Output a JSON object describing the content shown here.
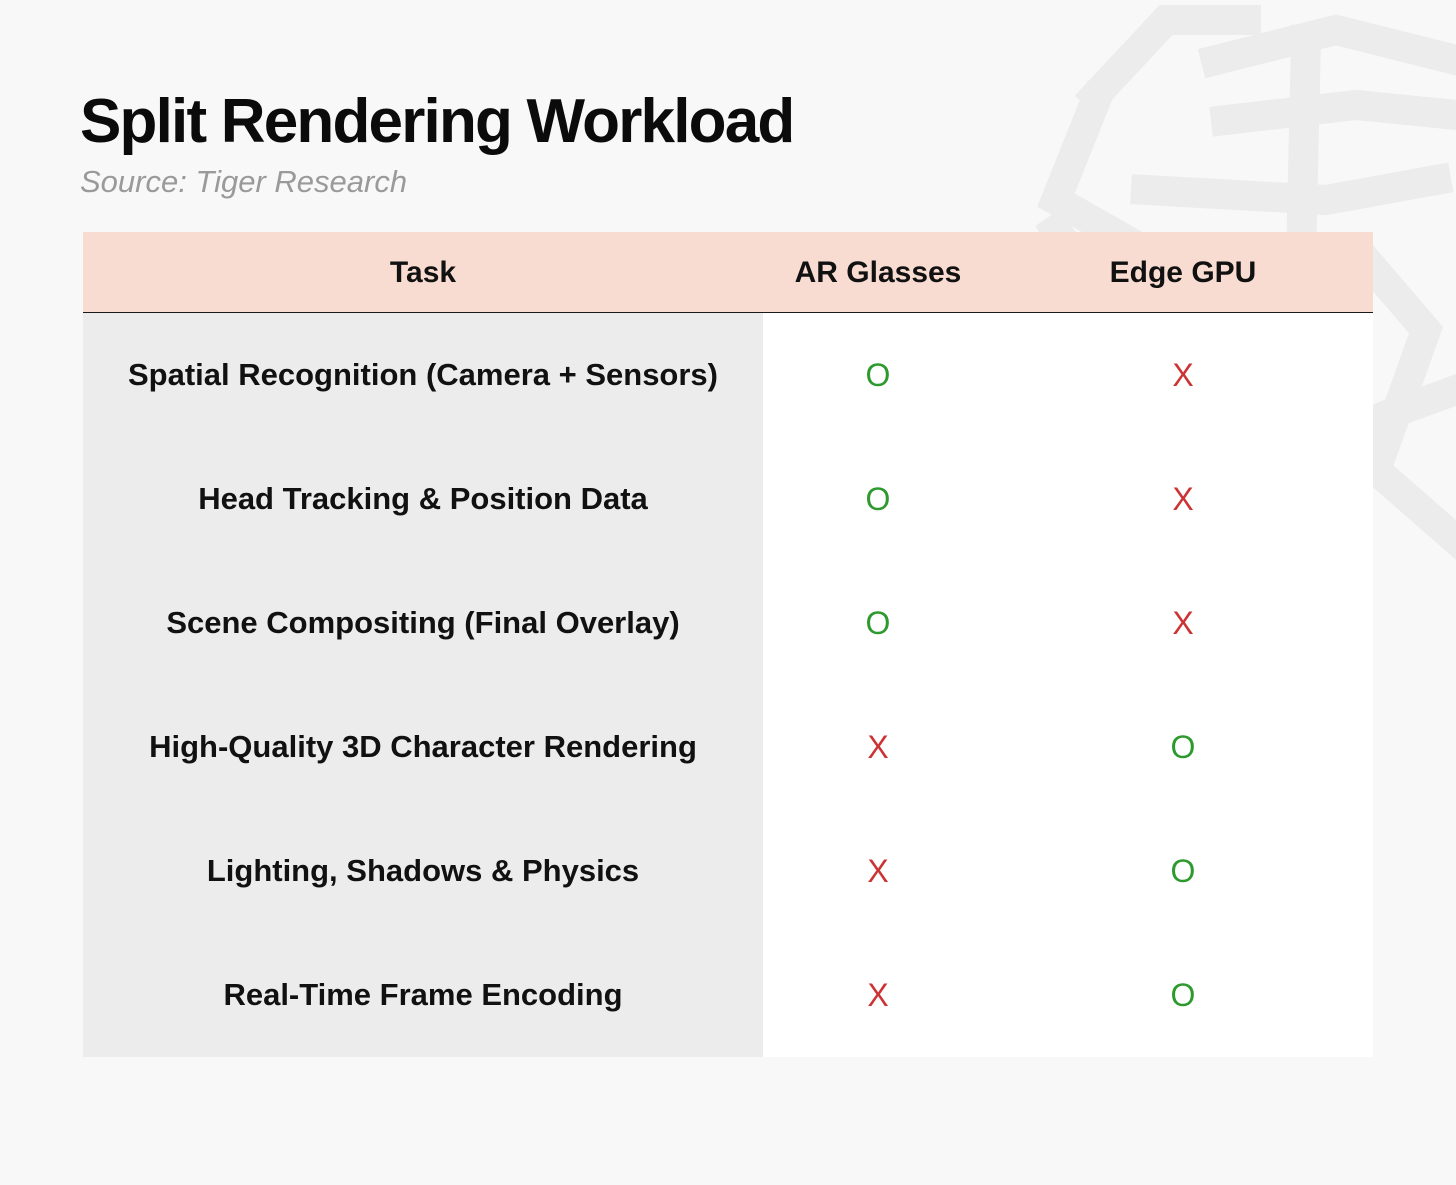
{
  "title": "Split Rendering Workload",
  "subtitle": "Source: Tiger Research",
  "colors": {
    "header_bg": "#f8dcd1",
    "task_col_bg": "#ececec",
    "yes": "#2e9a2e",
    "no": "#cc3333"
  },
  "table": {
    "headers": [
      "Task",
      "AR Glasses",
      "Edge GPU"
    ],
    "rows": [
      {
        "task": "Spatial Recognition (Camera + Sensors)",
        "ar": "O",
        "gpu": "X"
      },
      {
        "task": "Head Tracking & Position Data",
        "ar": "O",
        "gpu": "X"
      },
      {
        "task": "Scene Compositing (Final Overlay)",
        "ar": "O",
        "gpu": "X"
      },
      {
        "task": "High-Quality 3D Character Rendering",
        "ar": "X",
        "gpu": "O"
      },
      {
        "task": "Lighting, Shadows & Physics",
        "ar": "X",
        "gpu": "O"
      },
      {
        "task": "Real-Time Frame Encoding",
        "ar": "X",
        "gpu": "O"
      }
    ]
  }
}
